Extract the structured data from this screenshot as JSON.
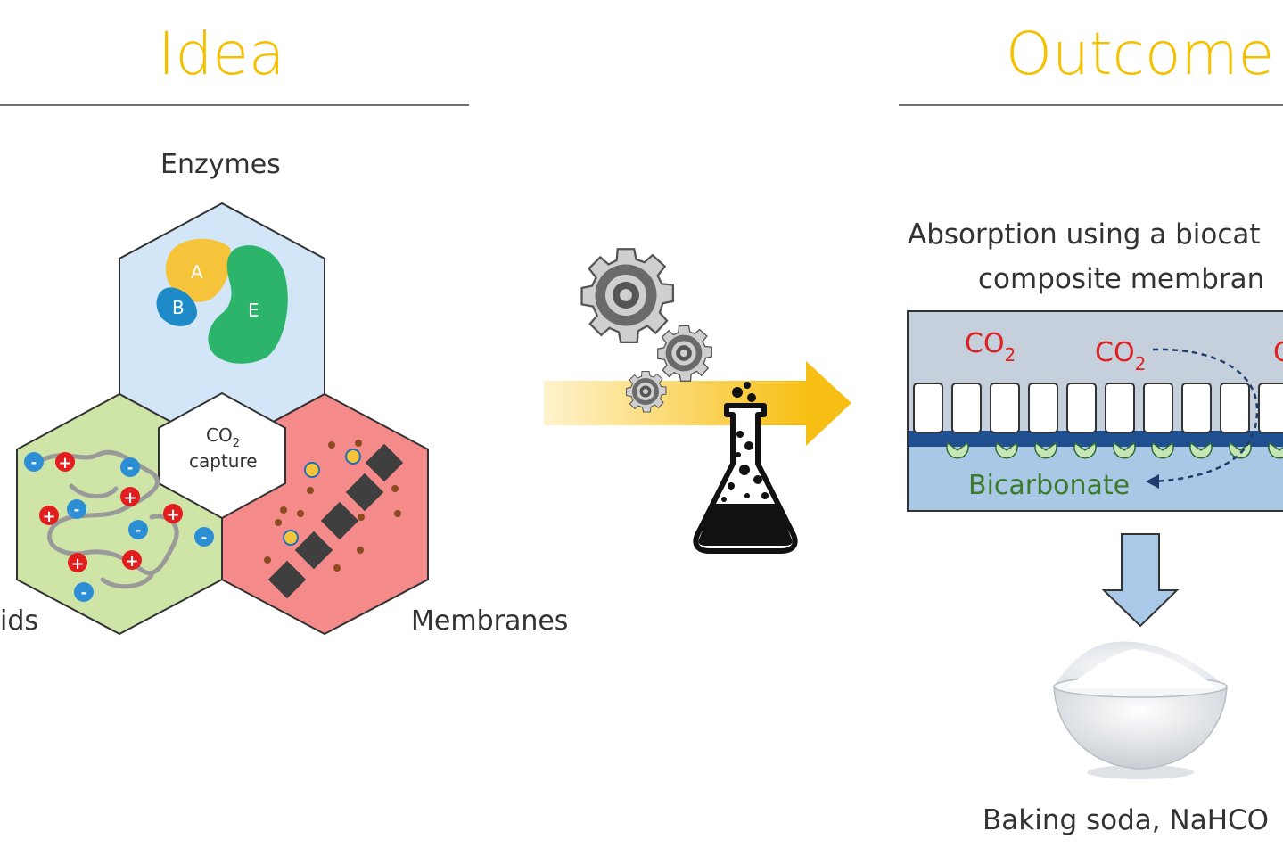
{
  "headings": {
    "idea": "Idea",
    "outcome": "Outcome"
  },
  "hexagons": {
    "top_label": "Enzymes",
    "left_label": "ids",
    "right_label": "Membranes",
    "center_line1": "CO",
    "center_sub": "2",
    "center_line2": "capture",
    "enzyme_parts": {
      "a": "A",
      "b": "B",
      "e": "E"
    }
  },
  "ions": {
    "plus": "+",
    "minus": "-"
  },
  "outcome": {
    "description_line1": "Absorption using a biocat",
    "description_line2": "composite membran",
    "co2_label": "CO",
    "co2_sub": "2",
    "partial_label": "C",
    "bicarbonate": "Bicarbonate",
    "product_label": "Baking soda, NaHCO"
  },
  "colors": {
    "heading": "#f5c000",
    "enzyme_hex": "#d3e6f8",
    "ionic_hex": "#cfe5a8",
    "membrane_hex": "#f48a8a",
    "co2_text": "#e02020",
    "bicarbonate_text": "#3a7a2a",
    "membrane_box": "#c5d0dc",
    "liquid": "#a9c8e6",
    "arrow_down": "#aac9e8"
  }
}
